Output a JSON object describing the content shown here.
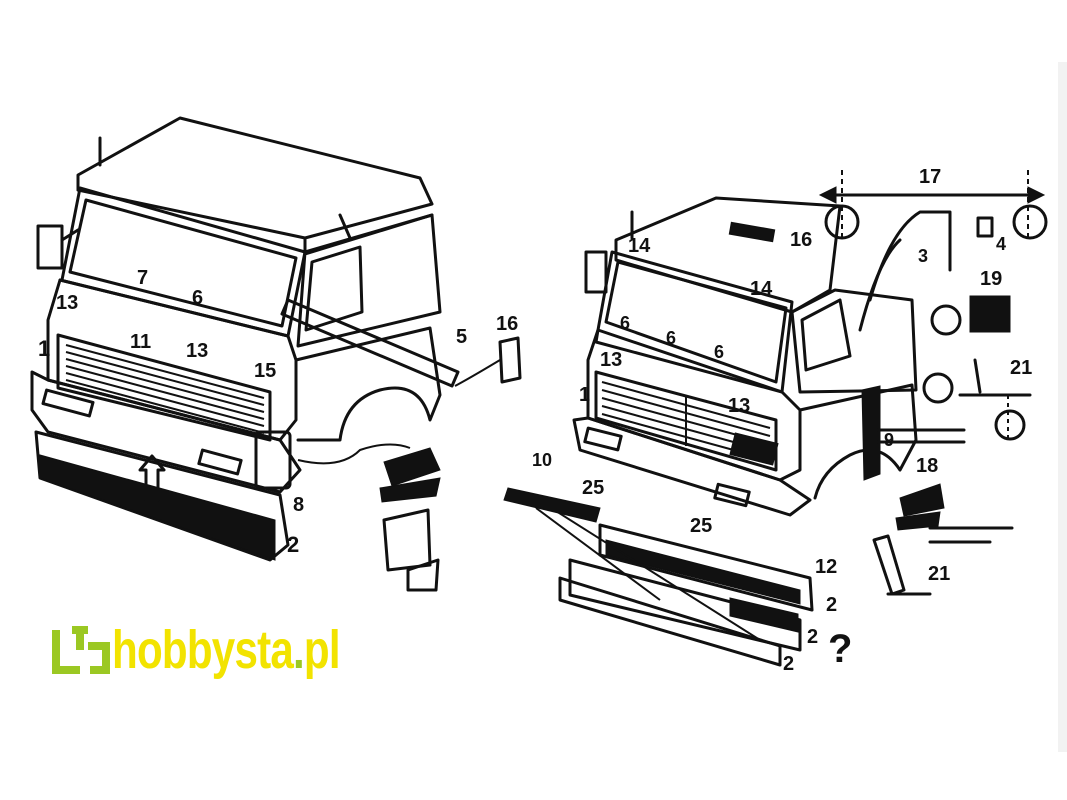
{
  "logo": {
    "brand": "hobbysta",
    "dot": ".",
    "tld": "pl",
    "colors": {
      "yellow": "#f2e300",
      "green": "#9bc823"
    }
  },
  "left_cab": {
    "labels": {
      "p1": "1",
      "p2": "2",
      "p5": "5",
      "p6": "6",
      "p7": "7",
      "p8": "8",
      "p11": "11",
      "p13a": "13",
      "p13b": "13",
      "p15": "15",
      "p16": "16"
    }
  },
  "right_cab": {
    "labels": {
      "p1": "1",
      "p2a": "2",
      "p2b": "2",
      "p2c": "2",
      "p3": "3",
      "p4": "4",
      "p6a": "6",
      "p6b": "6",
      "p6c": "6",
      "p9": "9",
      "p10": "10",
      "p12": "12",
      "p13a": "13",
      "p13b": "13",
      "p14a": "14",
      "p14b": "14",
      "p16": "16",
      "p17": "17",
      "p18": "18",
      "p19": "19",
      "p21a": "21",
      "p21b": "21",
      "p25a": "25",
      "p25b": "25",
      "unknown": "?"
    }
  }
}
